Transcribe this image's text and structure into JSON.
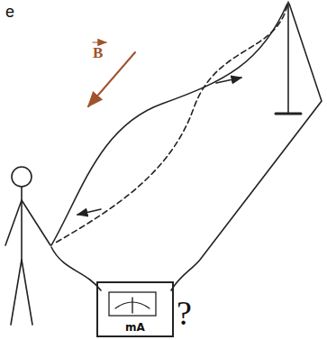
{
  "diagram": {
    "nodes": [
      {
        "text": [
          "mA"
        ]
      }
    ],
    "labels": [
      "e",
      "B",
      "?"
    ]
  }
}
